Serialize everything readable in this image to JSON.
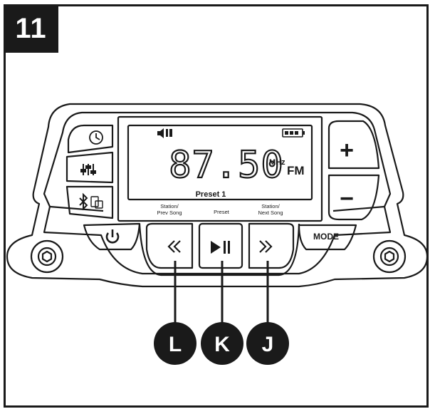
{
  "step_number": "11",
  "display": {
    "frequency": "87.50",
    "unit": "MHz",
    "band": "FM",
    "preset": "Preset 1"
  },
  "button_labels": {
    "left": "Station/\nPrev Song",
    "center": "Preset",
    "right": "Station/\nNext Song"
  },
  "side_buttons": {
    "plus": "+",
    "minus": "−",
    "mode": "MODE"
  },
  "callouts": [
    {
      "letter": "L",
      "target": "prev-button"
    },
    {
      "letter": "K",
      "target": "play-pause-button"
    },
    {
      "letter": "J",
      "target": "next-button"
    }
  ],
  "colors": {
    "ink": "#1a1a1a",
    "background": "#ffffff"
  }
}
